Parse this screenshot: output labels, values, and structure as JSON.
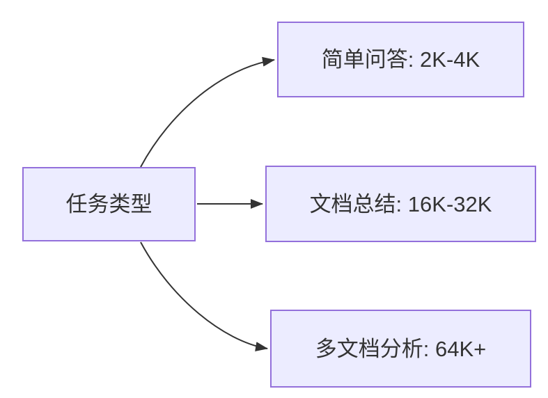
{
  "diagram": {
    "type": "flowchart",
    "direction": "left-to-right",
    "nodes": [
      {
        "id": "root",
        "label": "任务类型"
      },
      {
        "id": "simple-qa",
        "label": "简单问答: 2K-4K"
      },
      {
        "id": "doc-summary",
        "label": "文档总结: 16K-32K"
      },
      {
        "id": "multi-doc-analysis",
        "label": "多文档分析: 64K+"
      }
    ],
    "edges": [
      {
        "from": "任务类型",
        "to": "简单问答: 2K-4K"
      },
      {
        "from": "任务类型",
        "to": "文档总结: 16K-32K"
      },
      {
        "from": "任务类型",
        "to": "多文档分析: 64K+"
      }
    ],
    "colors": {
      "node_fill": "#ECECFF",
      "node_border": "#9370DB",
      "edge_stroke": "#333333",
      "text": "#333333",
      "background": "#FFFFFF"
    }
  }
}
